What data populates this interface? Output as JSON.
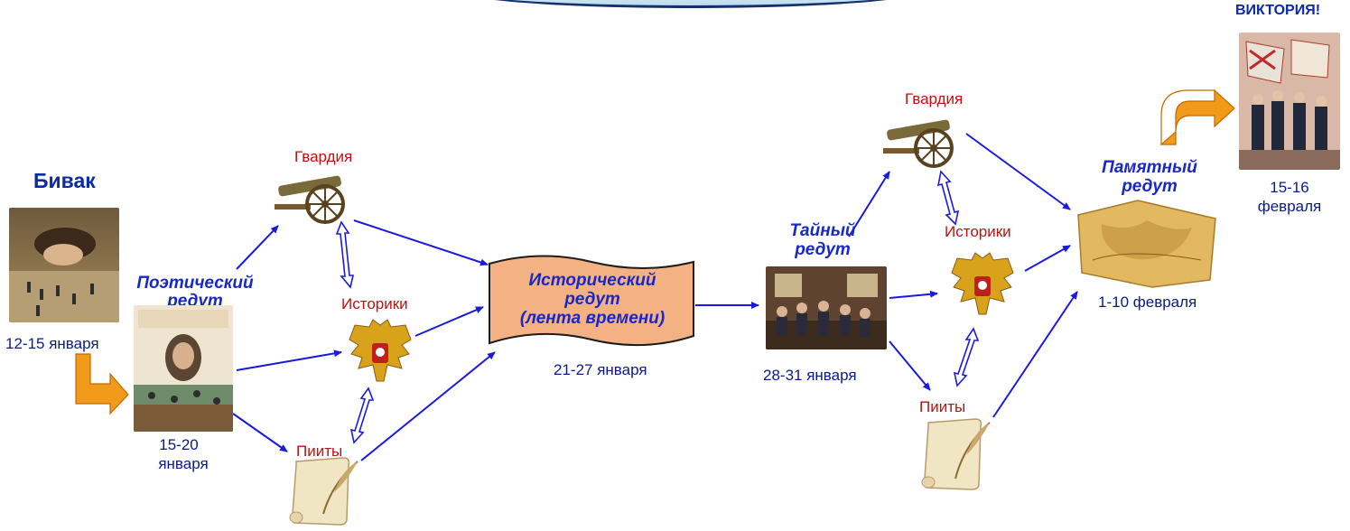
{
  "stages": {
    "bivak": {
      "title": "Бивак",
      "dates": "12-15 января"
    },
    "poetic": {
      "title_line1": "Поэтический",
      "title_line2": "редут",
      "dates_line1": "15-20",
      "dates_line2": "января"
    },
    "historical": {
      "line1": "Исторический",
      "line2": "редут",
      "line3": "(лента времени)",
      "dates": "21-27 января"
    },
    "secret": {
      "title_line1": "Тайный",
      "title_line2": "редут",
      "dates": "28-31 января"
    },
    "memorial": {
      "title_line1": "Памятный",
      "title_line2": "редут",
      "dates": "1-10 февраля"
    },
    "victory": {
      "title": "ВИКТОРИЯ!",
      "dates_line1": "15-16",
      "dates_line2": "февраля"
    }
  },
  "groups": {
    "left": {
      "guard": "Гвардия",
      "historians": "Историки",
      "poets": "Пииты"
    },
    "right": {
      "guard": "Гвардия",
      "historians": "Историки",
      "poets": "Пииты"
    }
  },
  "colors": {
    "arrow": "#1a1adf",
    "block_arrow": "#f29a1a",
    "title_blue": "#0b2aa8",
    "group_red": "#c01010",
    "scroll_fill": "#f4b183"
  },
  "icons": [
    "boy-painting-icon",
    "book-cover-icon",
    "cannon-icon",
    "double-eagle-emblem-icon",
    "quill-scroll-icon",
    "council-painting-icon",
    "old-map-icon",
    "soldiers-banners-painting-icon"
  ]
}
